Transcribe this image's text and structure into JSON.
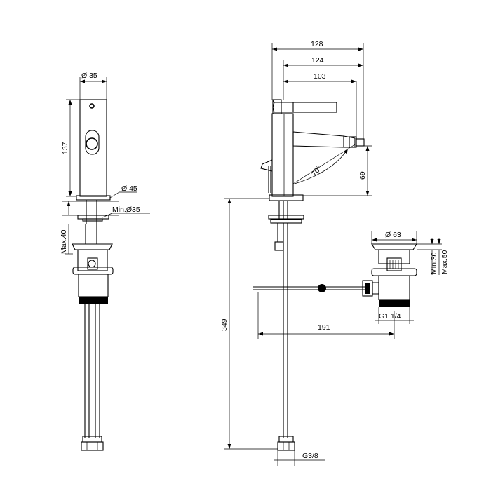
{
  "dimensions": {
    "side_diameter": "Ø 35",
    "side_height": "137",
    "side_base_diameter": "Ø 45",
    "side_hole_min": "Min.Ø35",
    "side_max_thickness": "Max.40",
    "front_width_total": "128",
    "front_width_mid": "124",
    "front_spout_reach": "103",
    "front_angle": "70°",
    "front_spout_height": "69",
    "front_total_height": "349",
    "drain_diameter": "Ø 63",
    "drain_min": "Min.30",
    "drain_max": "Max.50",
    "drain_thread": "G1 1/4",
    "rod_length": "191",
    "hose_thread": "G3/8"
  }
}
